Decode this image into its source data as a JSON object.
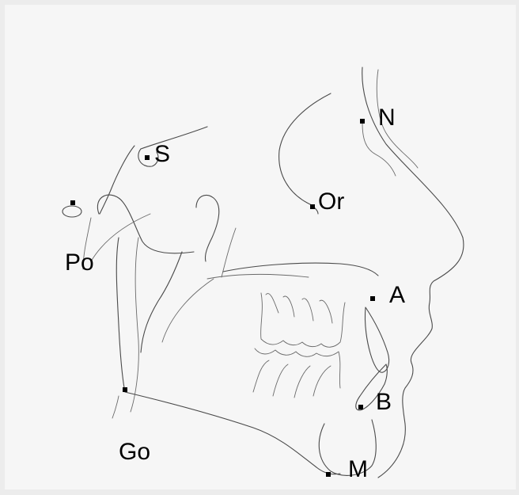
{
  "landmarks": [
    {
      "id": "N",
      "label": "N"
    },
    {
      "id": "S",
      "label": "S"
    },
    {
      "id": "Or",
      "label": "Or"
    },
    {
      "id": "Po",
      "label": "Po"
    },
    {
      "id": "A",
      "label": "A"
    },
    {
      "id": "B",
      "label": "B"
    },
    {
      "id": "Go",
      "label": "Go"
    },
    {
      "id": "M",
      "label": "M"
    }
  ],
  "colors": {
    "paper": "#f6f6f6",
    "background": "#ececec",
    "trace_line": "#4a4a4a",
    "landmark": "#000000"
  }
}
